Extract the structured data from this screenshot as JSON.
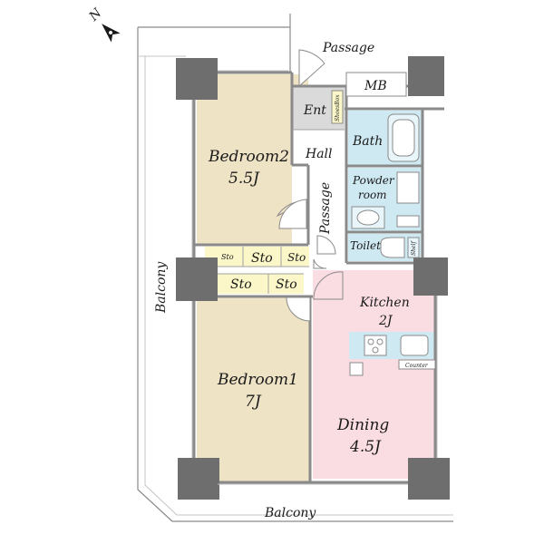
{
  "compass": {
    "label": "N",
    "icon": "north-arrow-icon"
  },
  "labels": {
    "passage_top": "Passage",
    "mb": "MB",
    "ent": "Ent",
    "shoesbox": "ShoesBox",
    "hall": "Hall",
    "passage_hall": "Passage",
    "bath": "Bath",
    "powder_room_line1": "Powder",
    "powder_room_line2": "room",
    "toilet": "Toilet",
    "shelf": "Shelf",
    "bedroom2_name": "Bedroom2",
    "bedroom2_size": "5.5J",
    "bedroom1_name": "Bedroom1",
    "bedroom1_size": "7J",
    "kitchen_name": "Kitchen",
    "kitchen_size": "2J",
    "dining_name": "Dining",
    "dining_size": "4.5J",
    "counter": "Counter",
    "balcony_left": "Balcony",
    "balcony_bottom": "Balcony",
    "storage": [
      "Sto",
      "Sto",
      "Sto",
      "Sto",
      "Sto"
    ]
  },
  "colors": {
    "bedroom": "#efe3c6",
    "wet_area": "#cfe9f3",
    "dining": "#fadde3",
    "storage": "#fbf7c8",
    "entrance": "#dadada",
    "pillar": "#6e6e6e",
    "wall": "#8a8a8a"
  }
}
